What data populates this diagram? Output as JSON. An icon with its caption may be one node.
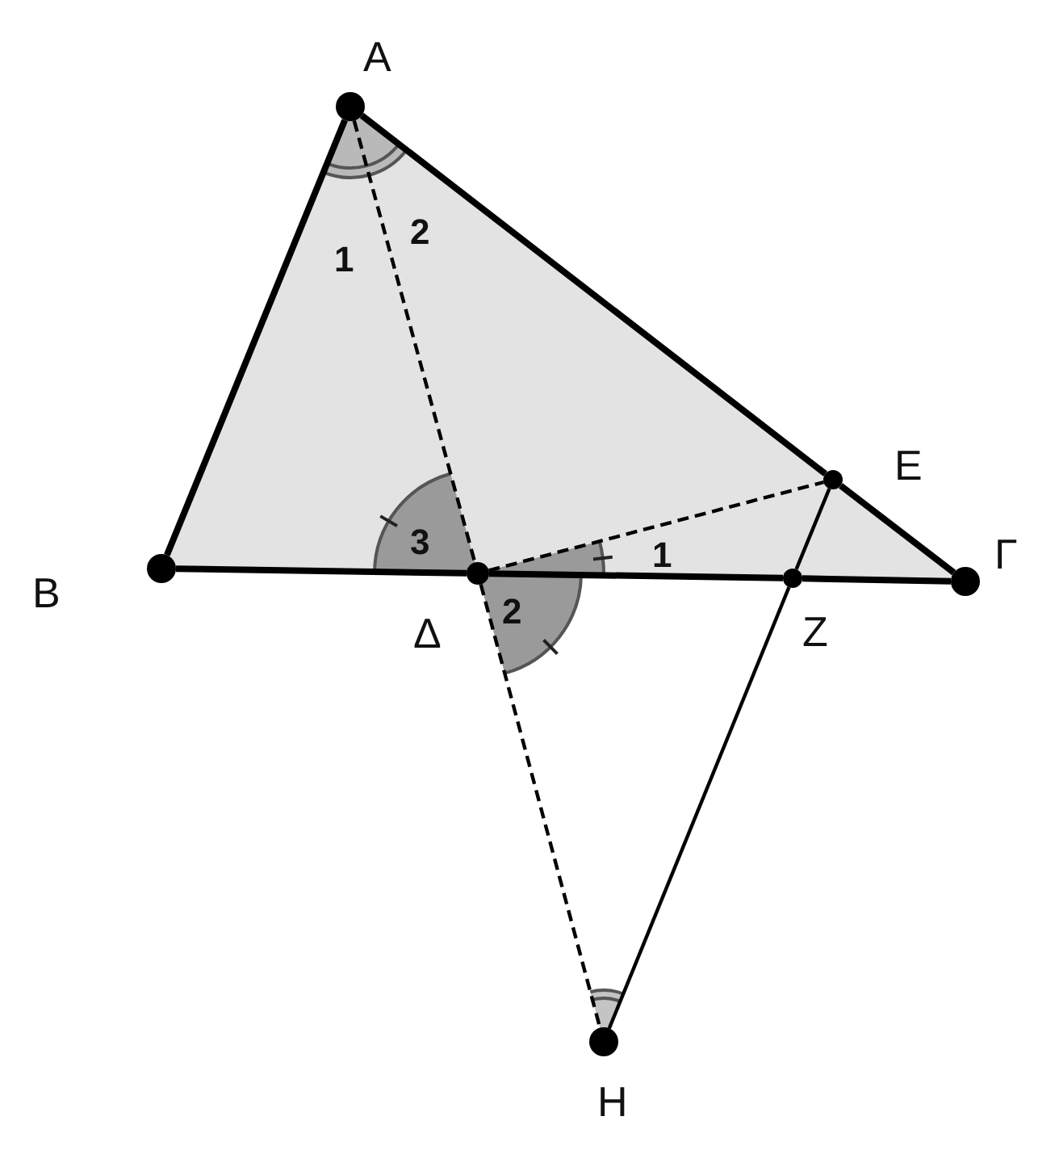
{
  "diagram": {
    "nodes": [
      {
        "text": [
          "A"
        ]
      },
      {
        "text": [
          "B"
        ]
      },
      {
        "text": [
          "Γ"
        ]
      },
      {
        "text": [
          "Δ"
        ]
      },
      {
        "text": [
          "E"
        ]
      },
      {
        "text": [
          "Z"
        ]
      },
      {
        "text": [
          "H"
        ]
      }
    ],
    "edges": [
      {
        "from": 0,
        "to": 1,
        "arrow": "none"
      },
      {
        "from": 0,
        "to": 4,
        "arrow": "none"
      },
      {
        "from": 4,
        "to": 2,
        "arrow": "none"
      },
      {
        "from": 1,
        "to": 3,
        "arrow": "none"
      },
      {
        "from": 3,
        "to": 5,
        "arrow": "none"
      },
      {
        "from": 5,
        "to": 2,
        "arrow": "none"
      },
      {
        "from": 0,
        "to": 3,
        "arrow": "none",
        "style": "dashed"
      },
      {
        "from": 3,
        "to": 6,
        "arrow": "none",
        "style": "dashed"
      },
      {
        "from": 3,
        "to": 4,
        "arrow": "none",
        "style": "dashed"
      },
      {
        "from": 4,
        "to": 5,
        "arrow": "none"
      },
      {
        "from": 5,
        "to": 6,
        "arrow": "none"
      }
    ],
    "labels": [
      "1",
      "2",
      "3",
      "1",
      "2"
    ]
  }
}
